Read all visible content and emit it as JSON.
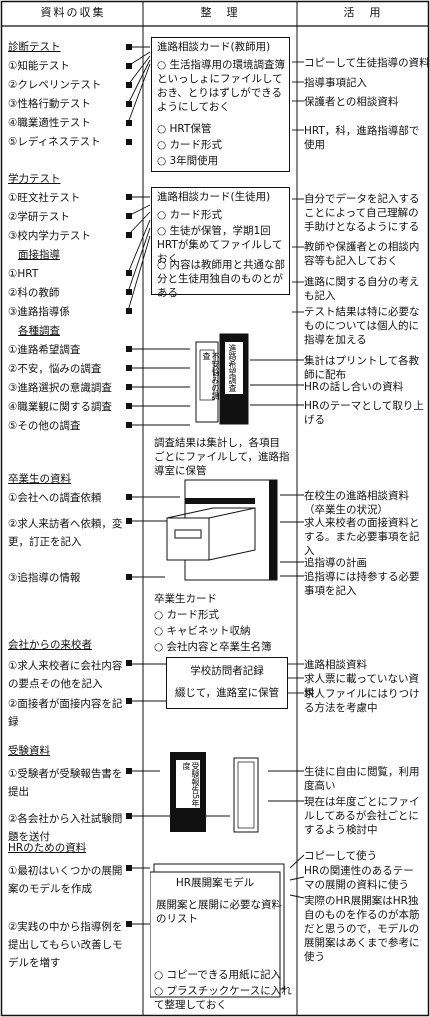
{
  "header": {
    "col1": "資料の収集",
    "col2": "整　理",
    "col3": "活　用"
  },
  "s1": {
    "heading": "診断テスト",
    "items": [
      "①知能テスト",
      "②クレペリンテスト",
      "③性格行動テスト",
      "④職業適性テスト",
      "⑤レディネステスト"
    ],
    "box_title": "進路相談カード(教師用)",
    "box_items": [
      "生活指導用の環境調査簿といっしょにファイルしておき、とりはずしができるようにしておく",
      "HRT保管",
      "カード形式",
      "3年間使用"
    ],
    "uses": [
      "コピーして生徒指導の資料",
      "指導事項記入",
      "保護者との相談資料",
      "HRT，科，進路指導部で使用"
    ]
  },
  "s2": {
    "heading": "学力テスト",
    "items": [
      "①旺文社テスト",
      "②学研テスト",
      "③校内学力テスト"
    ],
    "heading2": "面接指導",
    "items2": [
      "①HRT",
      "②科の教師",
      "③進路指導係"
    ],
    "box_title": "進路相談カード(生徒用)",
    "box_items": [
      "カード形式",
      "生徒が保管，学期1回HRTが集めてファイルしておく",
      "内容は教師用と共通な部分と生徒用独自のものとがある"
    ],
    "uses": [
      "自分でデータを記入することによって自己理解の手助けとなるようにする",
      "教師や保護者との相談内容等も記入しておく",
      "進路に関する自分の考えも記入",
      "テスト結果は特に必要なものについては個人的に指導を加える"
    ]
  },
  "s3": {
    "heading": "各種調査",
    "items": [
      "①進路希望調査",
      "②不安，悩みの調査",
      "③進路選択の意識調査",
      "④職業観に関する調査",
      "⑤その他の調査"
    ],
    "binder_labels": [
      "不安悩みの調査",
      "進路希望調査"
    ],
    "note": "調査結果は集計し，各項目ごとにファイルして，進路指導室に保管",
    "uses": [
      "集計はプリントして各教師に配布",
      "HRの話し合いの資料",
      "HRのテーマとして取り上げる"
    ]
  },
  "s4": {
    "heading": "卒業生の資料",
    "items": [
      "①会社への調査依頼",
      "②求人来訪者へ依頼，変更，訂正を記入",
      "③追指導の情報"
    ],
    "card_title": "卒業生カード",
    "card_items": [
      "カード形式",
      "キャビネット収納",
      "会社内容と卒業生名簿"
    ],
    "uses": [
      "在校生の進路相談資料（卒業生の状況）",
      "求人来校者の面接資料とする。また必要事項を記入",
      "追指導の計画",
      "追指導には持参する必要事項を記入"
    ]
  },
  "s5": {
    "heading": "会社からの来校者",
    "items": [
      "①求人来校者に会社内容の要点その他を記入",
      "②面接者が面接内容を記録"
    ],
    "box_title": "学校訪問者記録",
    "box_text": "綴じて，進路室に保管",
    "uses": [
      "進路相談資料",
      "求人票に載っていない資料",
      "求人ファイルにはりつける方法を考慮中"
    ]
  },
  "s6": {
    "heading": "受験資料",
    "items": [
      "①受験者が受験報告書を提出",
      "②各会社から入社試験問題を送付"
    ],
    "binder_label": "受験報告5年度",
    "uses": [
      "生徒に自由に閲覧，利用度高い",
      "現在は年度ごとにファイルしてあるが会社ごとにするよう検討中"
    ]
  },
  "s7": {
    "heading": "HRのための資料",
    "items": [
      "①最初はいくつかの展開案のモデルを作成",
      "②実践の中から指導例を提出してもらい改善しモデルを増す"
    ],
    "box_title": "HR展開案モデル",
    "box_text": "展開案と展開に必要な資料のリスト",
    "notes": [
      "コピーできる用紙に記入",
      "プラスチックケースに入れて整理しておく"
    ],
    "uses": [
      "コピーして使う",
      "HRの関連性のあるテーマの展開の資料に使う",
      "実際のHR展開案はHR独自のものを作るのが本筋だと思うので，モデルの展開案はあくまで参考に使う"
    ]
  }
}
